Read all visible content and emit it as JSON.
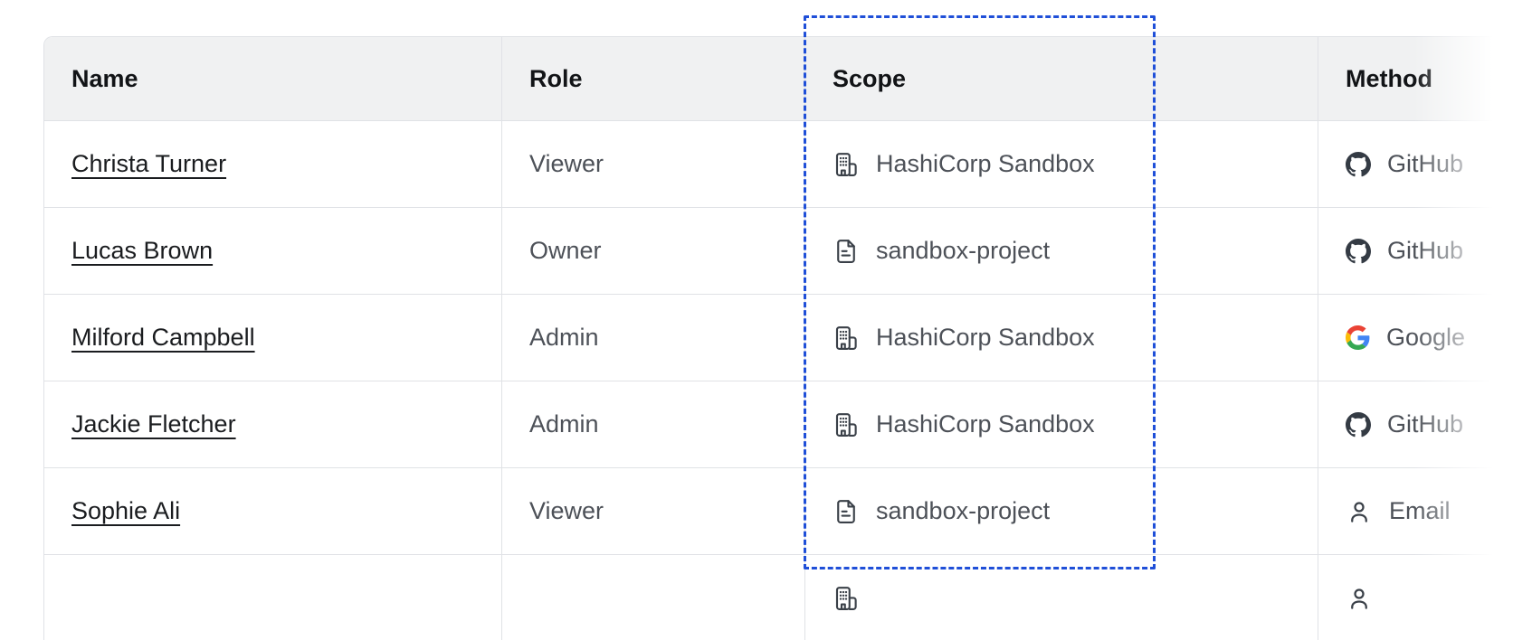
{
  "annotation": {
    "type": "dashed-highlight-box",
    "color": "#1f4fd8",
    "highlighted_column": "Scope"
  },
  "colors": {
    "header_bg": "#f0f1f2",
    "border": "#e0e2e6",
    "accent_dashed": "#1f4fd8",
    "primary_text": "#1a1c1f",
    "secondary_text": "#4d5158"
  },
  "table": {
    "columns": [
      {
        "key": "name",
        "label": "Name"
      },
      {
        "key": "role",
        "label": "Role"
      },
      {
        "key": "scope",
        "label": "Scope"
      },
      {
        "key": "method",
        "label": "Method"
      }
    ],
    "rows": [
      {
        "name": "Christa Turner",
        "role": "Viewer",
        "scope": {
          "icon": "building",
          "label": "HashiCorp Sandbox"
        },
        "method": {
          "icon": "github",
          "label": "GitHub"
        }
      },
      {
        "name": "Lucas Brown",
        "role": "Owner",
        "scope": {
          "icon": "file",
          "label": "sandbox-project"
        },
        "method": {
          "icon": "github",
          "label": "GitHub"
        }
      },
      {
        "name": "Milford Campbell",
        "role": "Admin",
        "scope": {
          "icon": "building",
          "label": "HashiCorp Sandbox"
        },
        "method": {
          "icon": "google",
          "label": "Google"
        }
      },
      {
        "name": "Jackie Fletcher",
        "role": "Admin",
        "scope": {
          "icon": "building",
          "label": "HashiCorp Sandbox"
        },
        "method": {
          "icon": "github",
          "label": "GitHub"
        }
      },
      {
        "name": "Sophie Ali",
        "role": "Viewer",
        "scope": {
          "icon": "file",
          "label": "sandbox-project"
        },
        "method": {
          "icon": "person",
          "label": "Email"
        }
      }
    ],
    "partial_row": {
      "scope_icon": "building",
      "method_icon": "person"
    }
  }
}
